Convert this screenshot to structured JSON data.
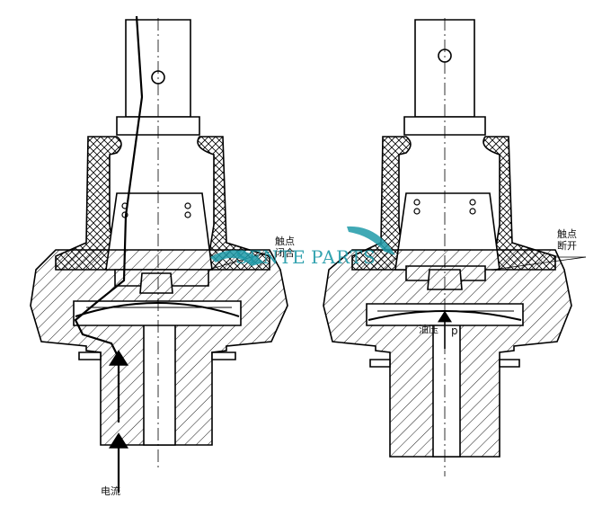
{
  "labels": {
    "left_contact": "触点\n闭合",
    "right_contact": "触点\n断开",
    "oil_pressure": "油压",
    "pressure_symbol": "p",
    "current": "电流"
  },
  "watermark": {
    "text_a": "SENTE",
    "text_b": "PARTS",
    "color": "#1f9aa8"
  }
}
